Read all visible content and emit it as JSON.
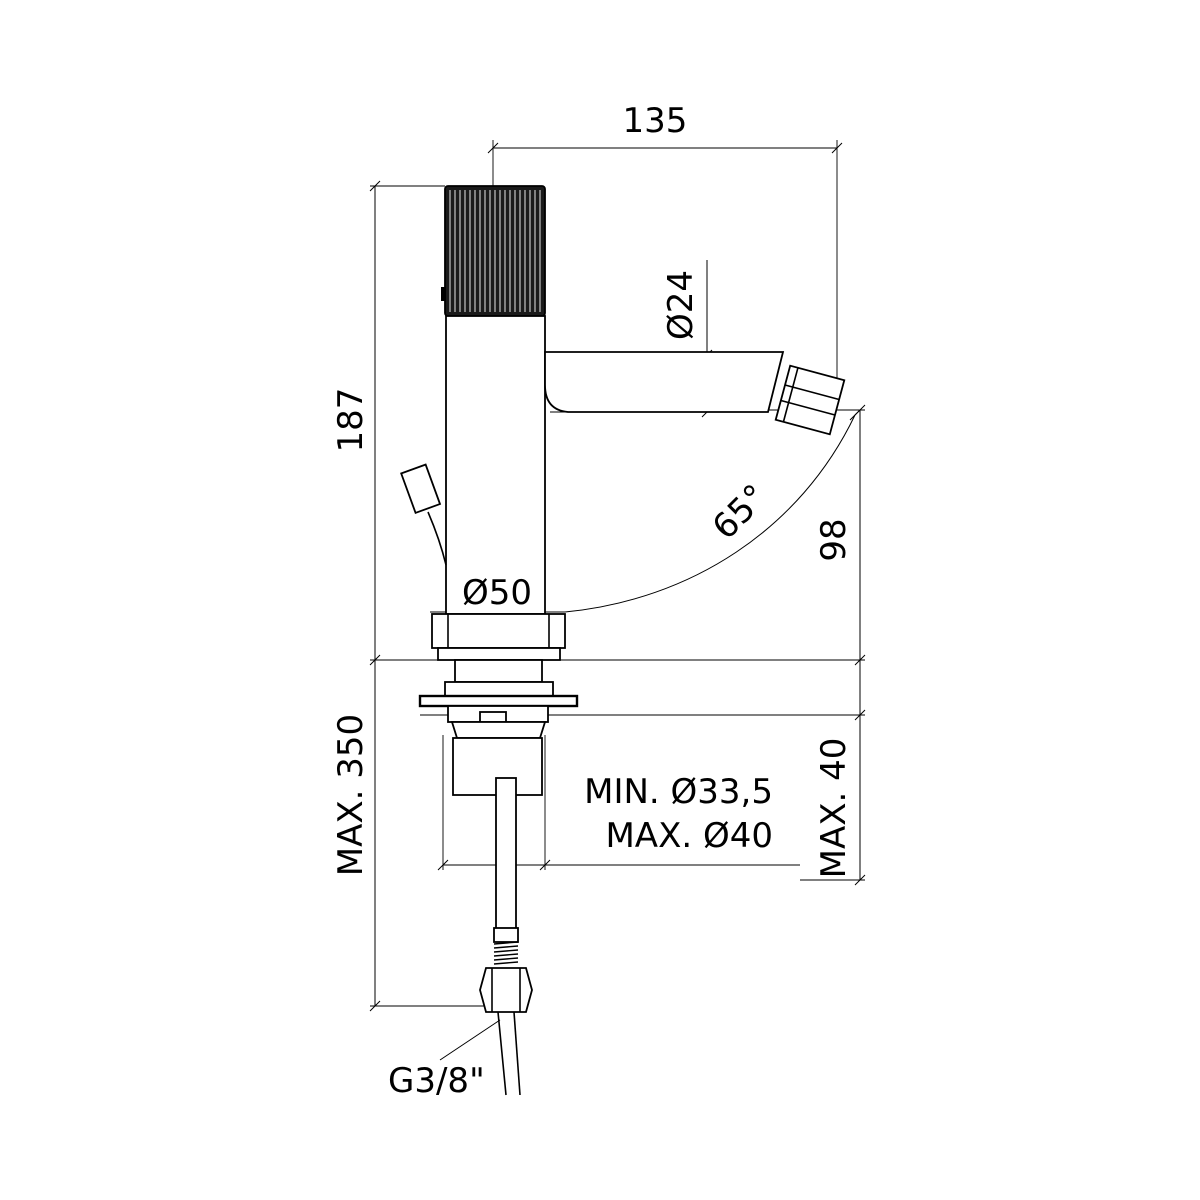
{
  "dimensions": {
    "spout_reach": "135",
    "total_height": "187",
    "spout_diameter": "Ø24",
    "spray_angle": "65°",
    "spout_height": "98",
    "body_diameter": "Ø50",
    "max_deck_thickness": "MAX. 40",
    "max_hose_length": "MAX. 350",
    "min_hole_diameter": "MIN. Ø33,5",
    "max_hole_diameter": "MAX. Ø40",
    "connection_thread": "G3/8\""
  },
  "colors": {
    "line": "#000000",
    "background": "#ffffff",
    "handle": "#1a1a1a"
  }
}
